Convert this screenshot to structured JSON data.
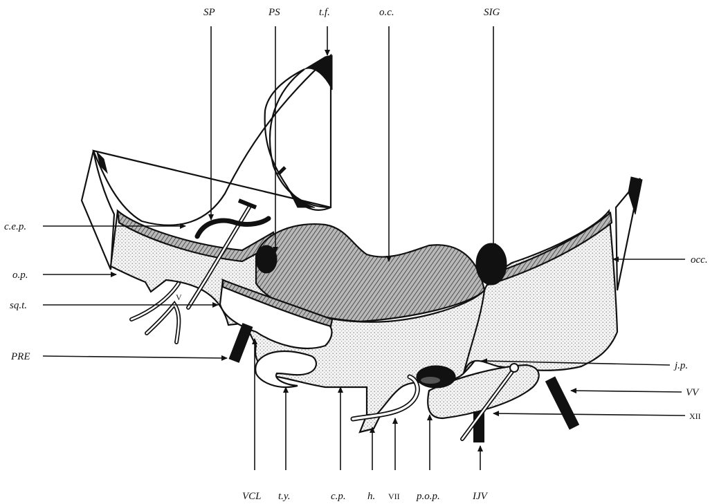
{
  "labels": {
    "sp": "SP",
    "ps": "PS",
    "tf": "t.f.",
    "oc": "o.c.",
    "sig": "SIG",
    "cep": "c.e.p.",
    "op": "o.p.",
    "sqt": "sq.t.",
    "pre": "PRE",
    "v": "V",
    "occ": "occ.",
    "jp": "j.p.",
    "vv": "VV",
    "xii": "XII",
    "vcl": "VCL",
    "ty": "t.y.",
    "cp": "c.p.",
    "h": "h.",
    "vii": "VII",
    "pop": "p.o.p.",
    "ijv": "IJV"
  }
}
